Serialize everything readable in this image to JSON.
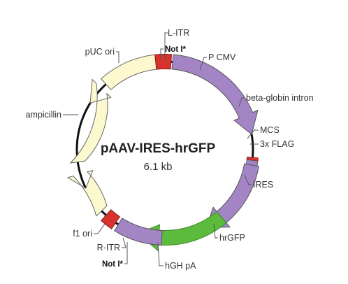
{
  "plasmid": {
    "name": "pAAV-IRES-hrGFP",
    "size": "6.1 kb"
  },
  "colors": {
    "backbone": "#111111",
    "purple": "#a385c6",
    "yellow": "#fdf9cf",
    "green": "#5cba3d",
    "red": "#d8322d",
    "outline": "#555555"
  },
  "labels": {
    "litr": "L-ITR",
    "noti_top": "Not I*",
    "pcmv": "P CMV",
    "beta_globin": "beta-globin intron",
    "mcs": "MCS",
    "flag": "3x FLAG",
    "ires": "IRES",
    "hrgfp": "hrGFP",
    "hgh": "hGH pA",
    "ritr": "R-ITR",
    "noti_bottom": "Not I*",
    "f1": "f1 ori",
    "ampicillin": "ampicillin",
    "puc": "pUC ori"
  }
}
